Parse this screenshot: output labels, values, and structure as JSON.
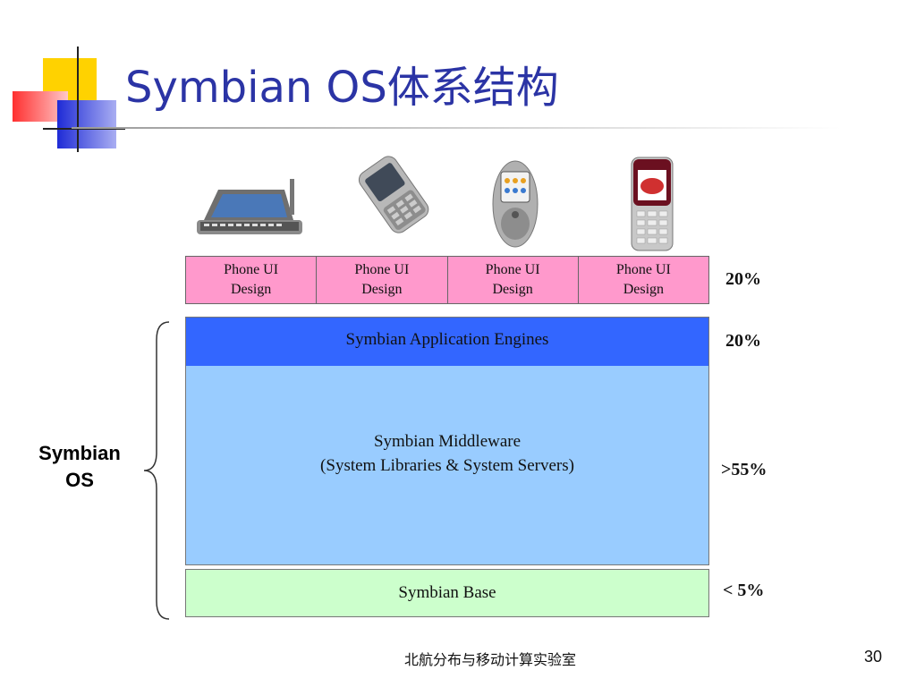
{
  "title": "Symbian OS体系结构",
  "ui_layer": {
    "cells": [
      "Phone UI\nDesign",
      "Phone UI\nDesign",
      "Phone UI\nDesign",
      "Phone UI\nDesign"
    ],
    "percent": "20%"
  },
  "os_layers": {
    "engines": {
      "label": "Symbian Application Engines",
      "percent": "20%"
    },
    "middleware": {
      "line1": "Symbian Middleware",
      "line2": "(System Libraries & System Servers)",
      "percent": ">55%"
    },
    "base": {
      "label": "Symbian Base",
      "percent": "< 5%"
    }
  },
  "brace_label": {
    "line1": "Symbian",
    "line2": "OS"
  },
  "phones": [
    "communicator-phone-icon",
    "slider-phone-icon",
    "oval-phone-icon",
    "candybar-phone-icon"
  ],
  "colors": {
    "title": "#2b34a5",
    "ui_cell": "#ff99cc",
    "engines": "#3366ff",
    "middleware": "#99ccff",
    "base": "#ccffcc"
  },
  "footer": {
    "text": "北航分布与移动计算实验室",
    "page": "30"
  }
}
